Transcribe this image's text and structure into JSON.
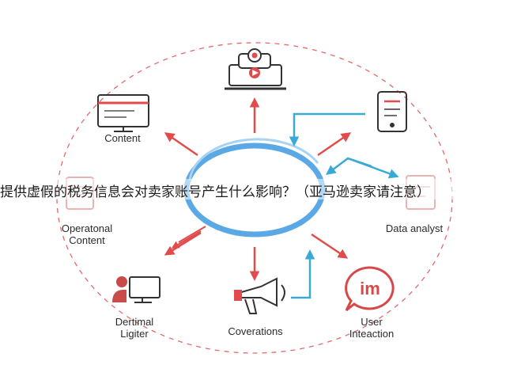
{
  "overlay": {
    "title": "提供虚假的税务信息会对卖家账号产生什么影响？（亚马逊卖家请注意）"
  },
  "nodes": {
    "content": "Content",
    "operational_1": "Operatonal",
    "operational_2": "Content",
    "detail_1": "Dertimal",
    "detail_2": "Ligiter",
    "conversations": "Coverations",
    "user_1": "User",
    "user_2": "Inteaction",
    "data_analyst": "Data analyst",
    "im_badge": "im"
  },
  "colors": {
    "ring": "#e36a6a",
    "arrow_red": "#e24b4b",
    "arrow_blue": "#3aa9d6",
    "hub": "#5aa9e6",
    "icon": "#333333"
  }
}
